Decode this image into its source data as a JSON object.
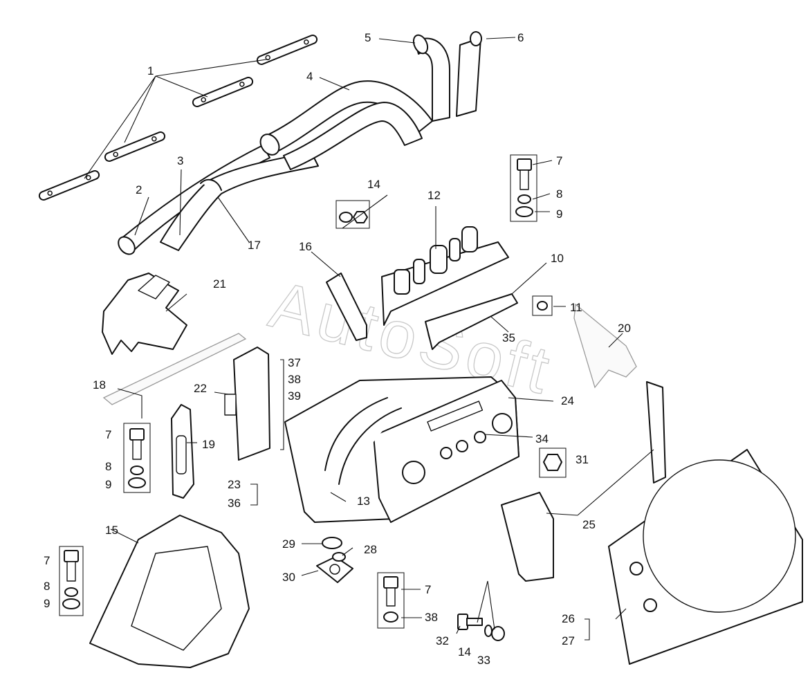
{
  "watermark": "AutoSoft",
  "callouts": {
    "c1": "1",
    "c2": "2",
    "c3": "3",
    "c4": "4",
    "c5": "5",
    "c6": "6",
    "c7a": "7",
    "c8a": "8",
    "c9a": "9",
    "c10": "10",
    "c11": "11",
    "c12": "12",
    "c13": "13",
    "c14a": "14",
    "c15": "15",
    "c16": "16",
    "c17": "17",
    "c18": "18",
    "c19": "19",
    "c20": "20",
    "c21": "21",
    "c22": "22",
    "c23": "23",
    "c24": "24",
    "c25": "25",
    "c26": "26",
    "c27": "27",
    "c28": "28",
    "c29": "29",
    "c30": "30",
    "c31": "31",
    "c32": "32",
    "c33": "33",
    "c34": "34",
    "c35": "35",
    "c36": "36",
    "c37": "37",
    "c38a": "38",
    "c39": "39",
    "c7b": "7",
    "c8b": "8",
    "c9b": "9",
    "c7c": "7",
    "c8c": "8",
    "c9c": "9",
    "c7d": "7",
    "c38b": "38",
    "c14b": "14"
  }
}
